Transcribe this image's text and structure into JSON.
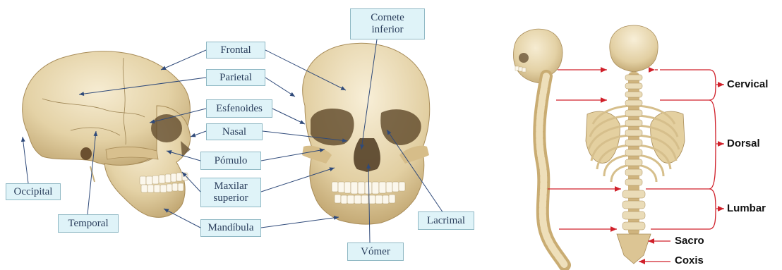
{
  "skull_labels": {
    "frontal": "Frontal",
    "parietal": "Parietal",
    "esfenoides": "Esfenoides",
    "nasal": "Nasal",
    "pomulo": "Pómulo",
    "maxilar": "Maxilar\nsuperior",
    "mandibula": "Mandíbula",
    "cornete": "Cornete\ninferior",
    "occipital": "Occipital",
    "temporal": "Temporal",
    "lacrimal": "Lacrimal",
    "vomer": "Vómer"
  },
  "spine_labels": {
    "cervical": "Cervical",
    "dorsal": "Dorsal",
    "lumbar": "Lumbar",
    "sacro": "Sacro",
    "coxis": "Coxis"
  },
  "colors": {
    "bone": "#eadcb8",
    "bone_shade": "#cdb88a",
    "label_fill": "#dff3f8",
    "label_border": "#8fb8c4",
    "pointer_line": "#2f4a7a",
    "spine_arrow": "#d0202a"
  }
}
